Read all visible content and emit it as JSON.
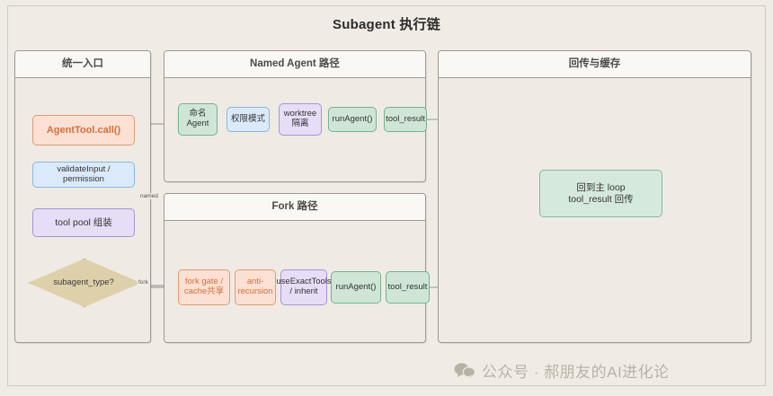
{
  "title": "Subagent 执行链",
  "panels": [
    {
      "id": "entry",
      "title": "统一入口"
    },
    {
      "id": "named",
      "title": "Named Agent 路径"
    },
    {
      "id": "fork",
      "title": "Fork 路径"
    },
    {
      "id": "return",
      "title": "回传与缓存"
    }
  ],
  "entry_flow": {
    "nodes": [
      {
        "label": "AgentTool.call()",
        "style": "orange"
      },
      {
        "label": "validateInput / permission",
        "style": "blue"
      },
      {
        "label": "tool pool 组装",
        "style": "purple"
      }
    ],
    "decision": {
      "label": "subagent_type?",
      "style": "diamond-tan"
    },
    "branches": [
      {
        "label": "named",
        "target": "named-path"
      },
      {
        "label": "fork",
        "target": "fork-path"
      }
    ]
  },
  "named_path": {
    "nodes": [
      {
        "label": "命名\nAgent",
        "style": "green"
      },
      {
        "label": "权限模式",
        "style": "blue"
      },
      {
        "label": "worktree\n隔离",
        "style": "purple"
      },
      {
        "label": "runAgent()",
        "style": "green"
      },
      {
        "label": "tool_result",
        "style": "green"
      }
    ]
  },
  "fork_path": {
    "nodes": [
      {
        "label": "fork gate /\ncache共享",
        "style": "orange"
      },
      {
        "label": "anti-\nrecursion",
        "style": "orange"
      },
      {
        "label": "useExactTools\n/ inherit",
        "style": "purple"
      },
      {
        "label": "runAgent()",
        "style": "green"
      },
      {
        "label": "tool_result",
        "style": "green"
      }
    ]
  },
  "return_panel": {
    "node": {
      "label": "回到主 loop\ntool_result 回传",
      "style": "green"
    }
  },
  "watermark": {
    "icon": "wechat-bubbles-icon",
    "text": "公众号 · 郝朋友的AI进化论"
  },
  "colors": {
    "background": "#efece5",
    "panel_header": "#faf8f4",
    "panel_border": "#9e998f",
    "orange_fill": "#fbe0d3",
    "orange_stroke": "#e09b74",
    "orange_text": "#d2703c",
    "blue_fill": "#dbeafb",
    "blue_stroke": "#8ab6e0",
    "purple_fill": "#e6ddf7",
    "purple_stroke": "#a894d6",
    "green_fill": "#cfe6d6",
    "green_stroke": "#76b18c",
    "diamond_fill": "#ddd0ab",
    "diamond_stroke": "#b3a079",
    "edge_gray": "#8c8c8c",
    "edge_green": "#7aa98d",
    "watermark_text": "#b8b2a6"
  }
}
